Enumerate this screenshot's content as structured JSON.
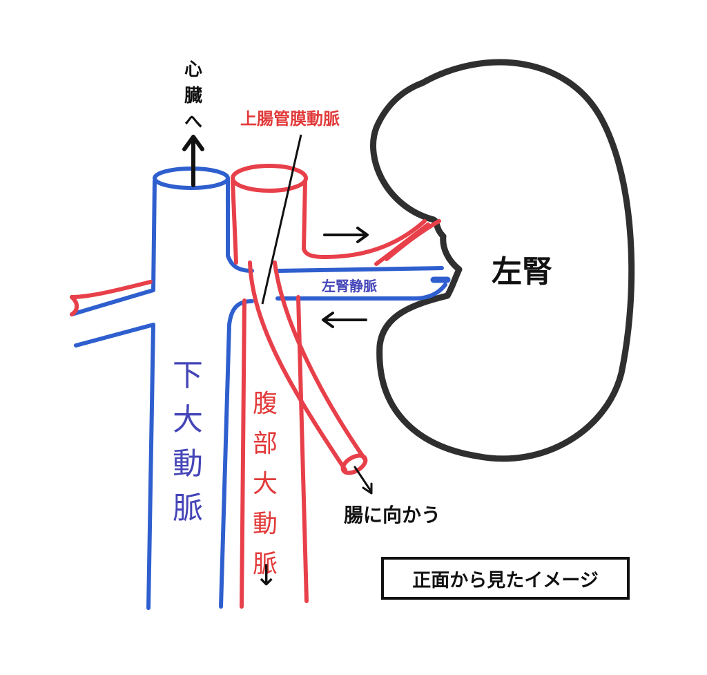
{
  "labels": {
    "to_heart": "心臓へ",
    "superior_mesenteric_artery": "上腸管膜動脈",
    "left_kidney": "左腎",
    "left_renal_vein": "左腎静脈",
    "inferior_vena_cava_label": "下大動脈",
    "abdominal_aorta": "腹部大動脈",
    "to_intestine": "腸に向かう",
    "aorta_flow_arrow": "↓",
    "caption": "正面から見たイメージ"
  },
  "colors": {
    "vein": "#2f5fce",
    "artery": "#e8404a",
    "vein_text": "#4545b8",
    "artery_text": "#e23a3a",
    "outline": "#2f2f2f",
    "text": "#111111"
  }
}
